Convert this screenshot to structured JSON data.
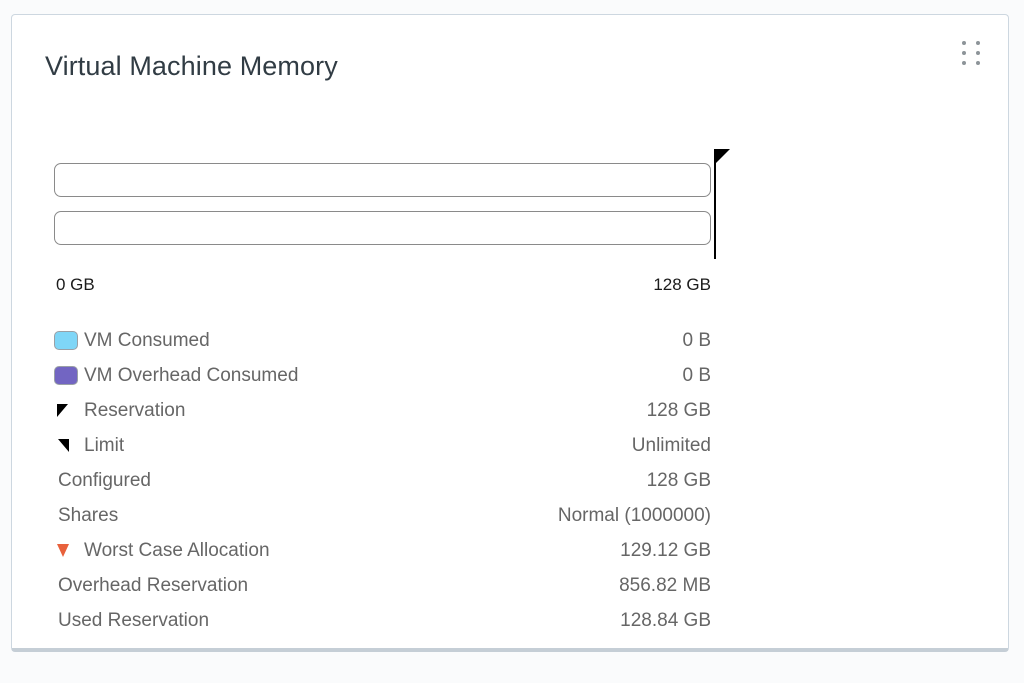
{
  "card": {
    "title": "Virtual Machine Memory",
    "drag_handle_icon": "drag-dots-icon"
  },
  "chart_data": {
    "type": "bar",
    "title": "Virtual Machine Memory",
    "orientation": "horizontal",
    "xlabel": "",
    "ylabel": "",
    "xlim": [
      0,
      128
    ],
    "unit": "GB",
    "grid": false,
    "axis_min_label": "0 GB",
    "axis_max_label": "128 GB",
    "categories": [
      "VM Consumed",
      "VM Overhead Consumed"
    ],
    "values": [
      0,
      0
    ],
    "series": [
      {
        "name": "VM Consumed",
        "values": [
          0
        ],
        "value_label": "0 B",
        "color": "#7fd6f7"
      },
      {
        "name": "VM Overhead Consumed",
        "values": [
          0
        ],
        "value_label": "0 B",
        "color": "#7265c2"
      }
    ],
    "markers": [
      {
        "name": "Reservation",
        "value": 128,
        "value_label": "128 GB",
        "color": "#000000",
        "glyph": "flag-left"
      },
      {
        "name": "Limit",
        "value": null,
        "value_label": "Unlimited",
        "color": "#000000",
        "glyph": "flag-right"
      },
      {
        "name": "Worst Case Allocation",
        "value": 129.12,
        "value_label": "129.12 GB",
        "color": "#e8613c",
        "glyph": "triangle-down"
      }
    ]
  },
  "details": [
    {
      "label": "VM Consumed",
      "value": "0 B",
      "marker": "swatch-consumed"
    },
    {
      "label": "VM Overhead Consumed",
      "value": "0 B",
      "marker": "swatch-overhead"
    },
    {
      "label": "Reservation",
      "value": "128 GB",
      "marker": "glyph-reservation"
    },
    {
      "label": "Limit",
      "value": "Unlimited",
      "marker": "glyph-limit"
    },
    {
      "label": "Configured",
      "value": "128 GB",
      "marker": "none"
    },
    {
      "label": "Shares",
      "value": "Normal (1000000)",
      "marker": "none"
    },
    {
      "label": "Worst Case Allocation",
      "value": "129.12 GB",
      "marker": "glyph-worst"
    },
    {
      "label": "Overhead Reservation",
      "value": "856.82 MB",
      "marker": "none"
    },
    {
      "label": "Used Reservation",
      "value": "128.84 GB",
      "marker": "none"
    }
  ],
  "colors": {
    "vm_consumed": "#7fd6f7",
    "vm_overhead_consumed": "#7265c2",
    "worst_case_allocation": "#e8613c",
    "reservation_marker": "#000000",
    "title_text": "#313c44",
    "body_text": "#666666",
    "card_border": "#cdd7e0"
  }
}
